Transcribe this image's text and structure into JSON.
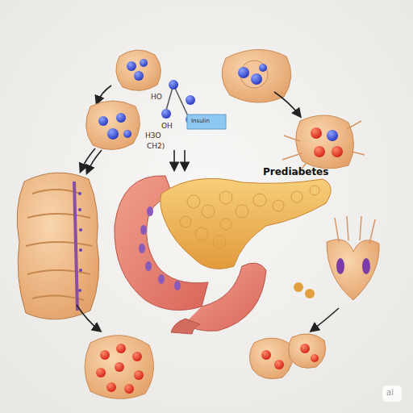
{
  "diagram": {
    "title": "Prediabetes",
    "labels": [
      "HO",
      "OH",
      "H3O",
      "CH2)",
      "Insulin",
      "ai"
    ]
  }
}
